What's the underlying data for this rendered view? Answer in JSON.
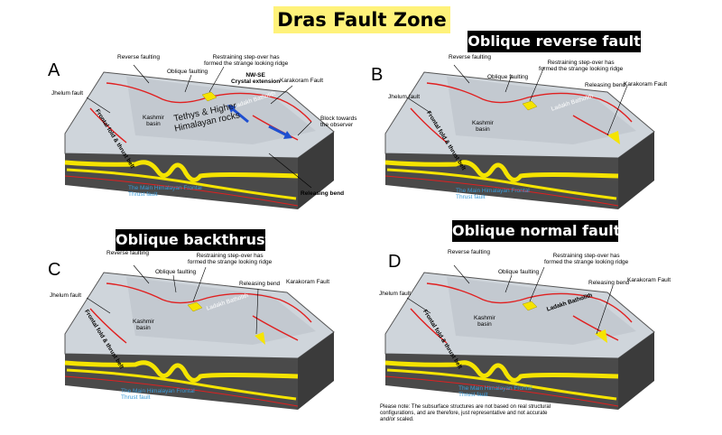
{
  "title": "Dras Fault Zone",
  "panels": {
    "a": {
      "letter": "A",
      "labels": {
        "reverse_faulting": "Reverse faulting",
        "oblique_faulting": "Oblique faulting",
        "restraining_stepover": "Restraining step-over has\nformed the strange looking ridge",
        "nw_se": "NW-SE\nCrystal extension",
        "karakoram_fault": "Karakoram Fault",
        "jhelum_fault": "Jhelum fault",
        "kashmir_basin": "Kashmir\nbasin",
        "ladakh_batholith": "Ladakh Batholith",
        "tethys": "Tethys & Higher\nHimalayan rocks",
        "block_towards_observer": "Block towards\nthe observer",
        "frontal_fold": "Frontal fold & thrust belt",
        "main_himalayan_thrust": "The Main Himalayan Frontal\nThrust fault",
        "releasing_bend": "Releasing bend"
      }
    },
    "b": {
      "letter": "B",
      "title": "Oblique reverse fault",
      "labels": {
        "reverse_faulting": "Reverse faulting",
        "oblique_faulting": "Oblique faulting",
        "restraining_stepover": "Restraining step-over has\nformed the strange looking ridge",
        "releasing_bend": "Releasing bend",
        "karakoram_fault": "Karakoram Fault",
        "jhelum_fault": "Jhelum fault",
        "kashmir_basin": "Kashmir\nbasin",
        "ladakh_batholith": "Ladakh Batholith",
        "frontal_fold": "Frontal fold & thrust belt",
        "main_himalayan_thrust": "The Main Himalayan Frontal\nThrust fault"
      }
    },
    "c": {
      "letter": "C",
      "title": "Oblique backthrust",
      "labels": {
        "reverse_faulting": "Reverse faulting",
        "oblique_faulting": "Oblique faulting",
        "restraining_stepover": "Restraining step-over has\nformed the strange looking ridge",
        "releasing_bend": "Releasing bend",
        "karakoram_fault": "Karakoram Fault",
        "jhelum_fault": "Jhelum fault",
        "kashmir_basin": "Kashmir\nbasin",
        "ladakh_batholith": "Ladakh Batholith",
        "frontal_fold": "Frontal fold & thrust belt",
        "main_himalayan_thrust": "The Main Himalayan Frontal\nThrust fault"
      }
    },
    "d": {
      "letter": "D",
      "title": "Oblique normal fault",
      "labels": {
        "reverse_faulting": "Reverse faulting",
        "oblique_faulting": "Oblique faulting",
        "restraining_stepover": "Restraining step-over has\nformed the strange looking ridge",
        "releasing_bend": "Releasing bend",
        "karakoram_fault": "Karakoram Fault",
        "jhelum_fault": "Jhelum fault",
        "kashmir_basin": "Kashmir\nbasin",
        "ladakh_batholith": "Ladakh Batholith",
        "frontal_fold": "Frontal fold & thrust belt",
        "main_himalayan_thrust": "The Main Himalayan Frontal\nThrust fault"
      }
    }
  },
  "note": "Please note: The subsurface structures are not based on real structural configurations, and are therefore, just representative and not accurate and/or scaled.",
  "colors": {
    "title_bg": "#fff27a",
    "fault": "#e02020",
    "fold_layer": "#f5e400",
    "block_side": "#4a4a4a",
    "terrain": "#c9cfd6",
    "extension_arrow": "#1f4fd0",
    "thrust_label": "#3a9ad8"
  }
}
